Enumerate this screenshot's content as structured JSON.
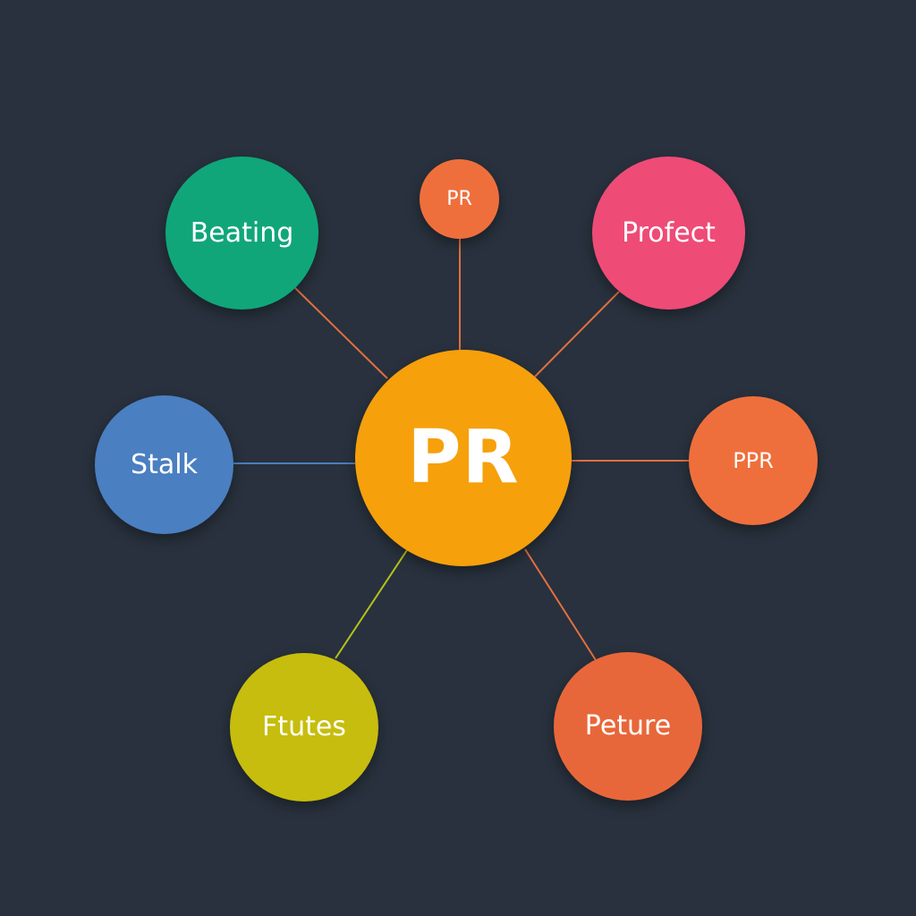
{
  "diagram": {
    "background": "#28313d",
    "center": {
      "label": "PR",
      "color": "#f6a00c"
    },
    "nodes": [
      {
        "id": "top",
        "label": "PR",
        "color": "#ef6f3c",
        "link_color": "#e07040"
      },
      {
        "id": "beating",
        "label": "Beating",
        "color": "#10a67a",
        "link_color": "#e07040"
      },
      {
        "id": "profect",
        "label": "Profect",
        "color": "#ee4b77",
        "link_color": "#e07040"
      },
      {
        "id": "stalk",
        "label": "Stalk",
        "color": "#4a7fc1",
        "link_color": "#4a7fc1"
      },
      {
        "id": "ppr",
        "label": "PPR",
        "color": "#ef6f3c",
        "link_color": "#e07040"
      },
      {
        "id": "ftutes",
        "label": "Ftutes",
        "color": "#c7bd0e",
        "link_color": "#b5c21a"
      },
      {
        "id": "peture",
        "label": "Peture",
        "color": "#e8673a",
        "link_color": "#e07040"
      }
    ]
  }
}
